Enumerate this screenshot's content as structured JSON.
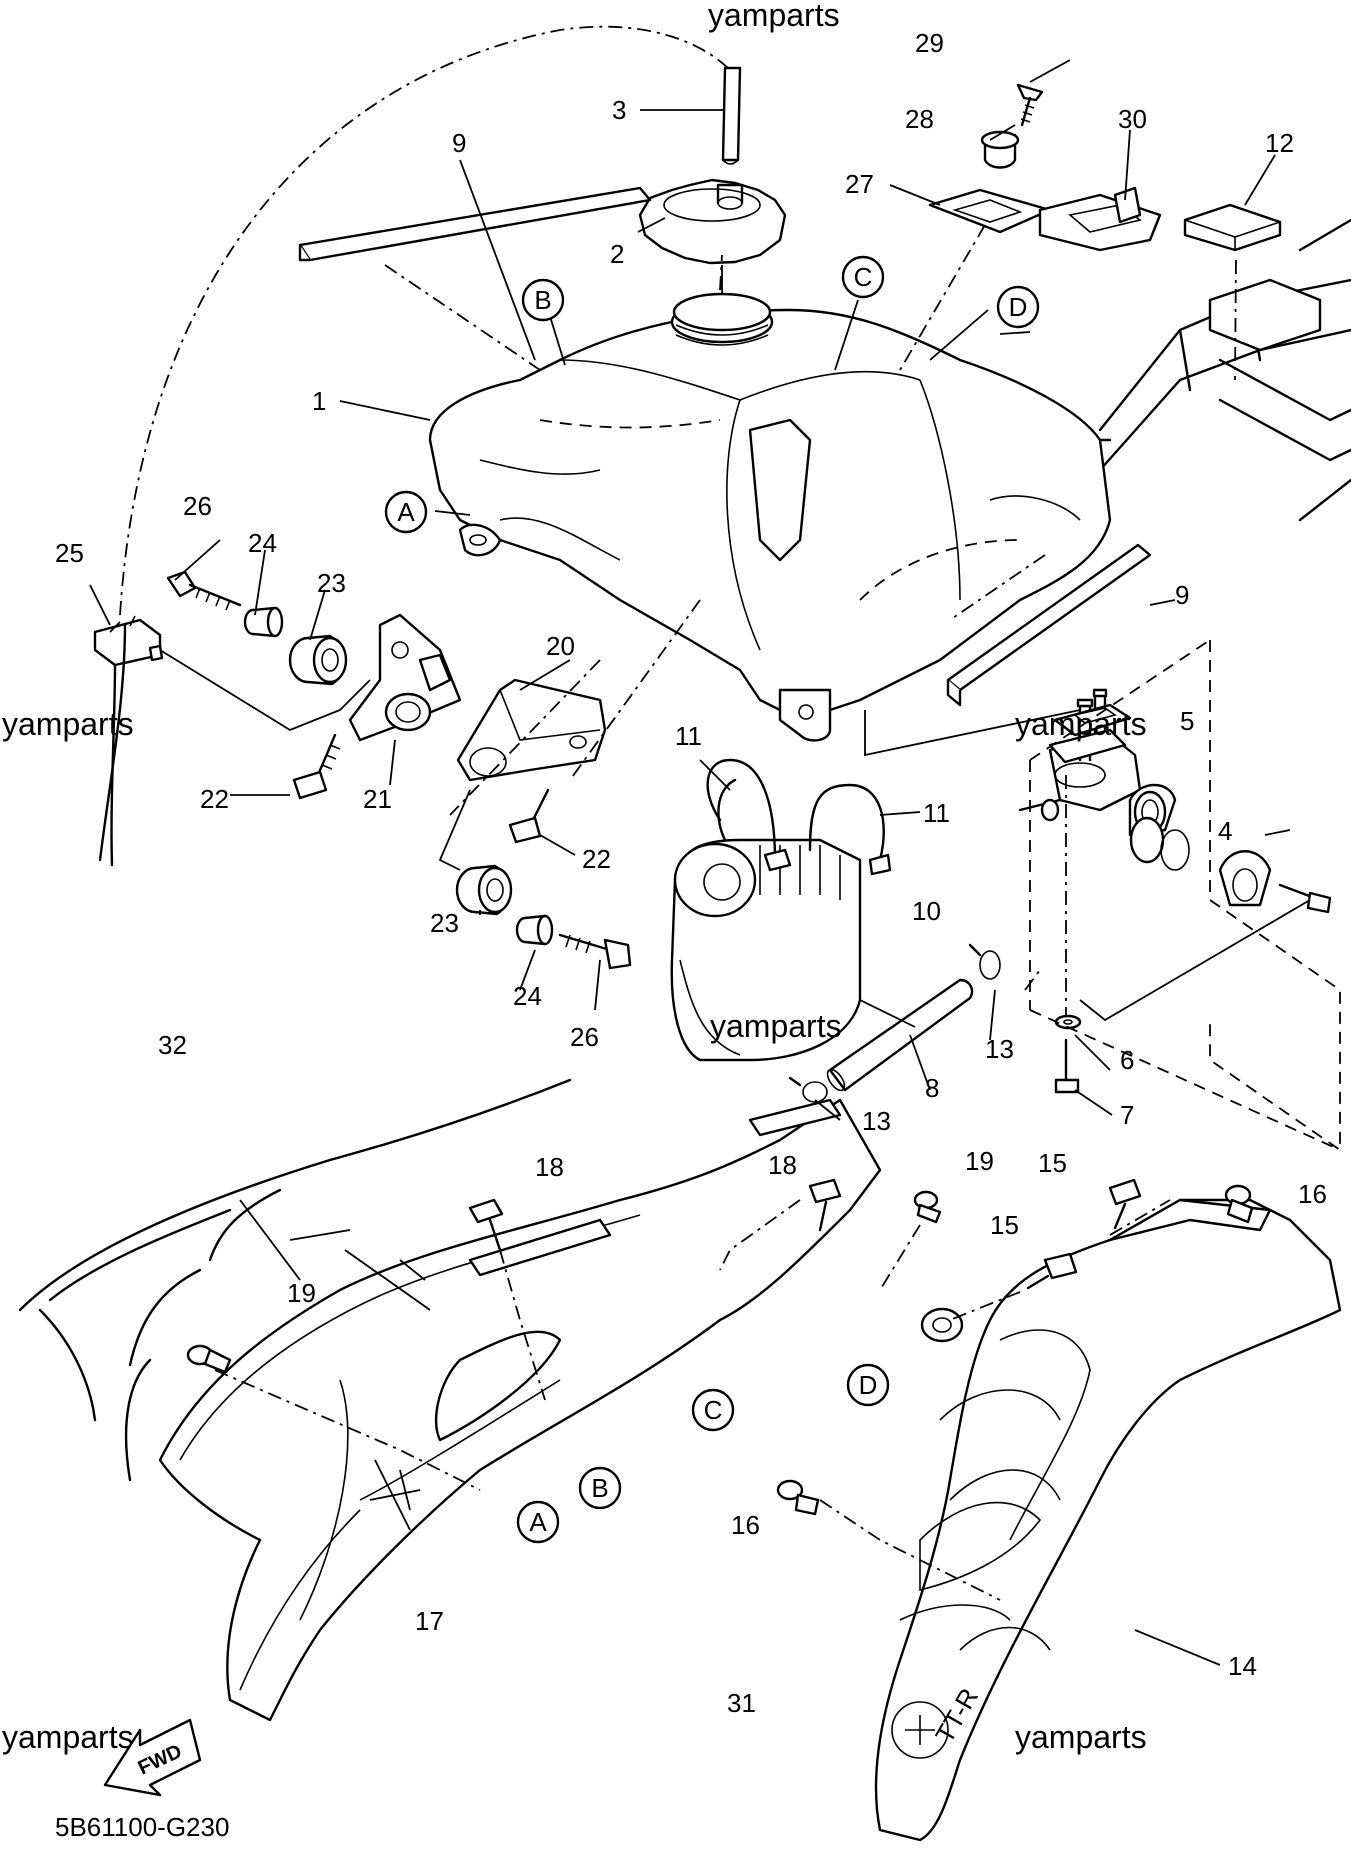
{
  "watermark": "yamparts",
  "drawing_code": "5B61100-G230",
  "direction_marker": "FWD",
  "reference_letters": [
    "A",
    "B",
    "C",
    "D"
  ],
  "part_numbers": {
    "p1": "1",
    "p2": "2",
    "p3": "3",
    "p4": "4",
    "p5": "5",
    "p6": "6",
    "p7": "7",
    "p8": "8",
    "p9": "9",
    "p10": "10",
    "p11": "11",
    "p12": "12",
    "p13": "13",
    "p14": "14",
    "p15": "15",
    "p16": "16",
    "p17": "17",
    "p18": "18",
    "p19": "19",
    "p20": "20",
    "p21": "21",
    "p22": "22",
    "p23": "23",
    "p24": "24",
    "p25": "25",
    "p26": "26",
    "p27": "27",
    "p28": "28",
    "p29": "29",
    "p30": "30",
    "p31": "31",
    "p32": "32"
  },
  "emblem_text": "TT-R"
}
